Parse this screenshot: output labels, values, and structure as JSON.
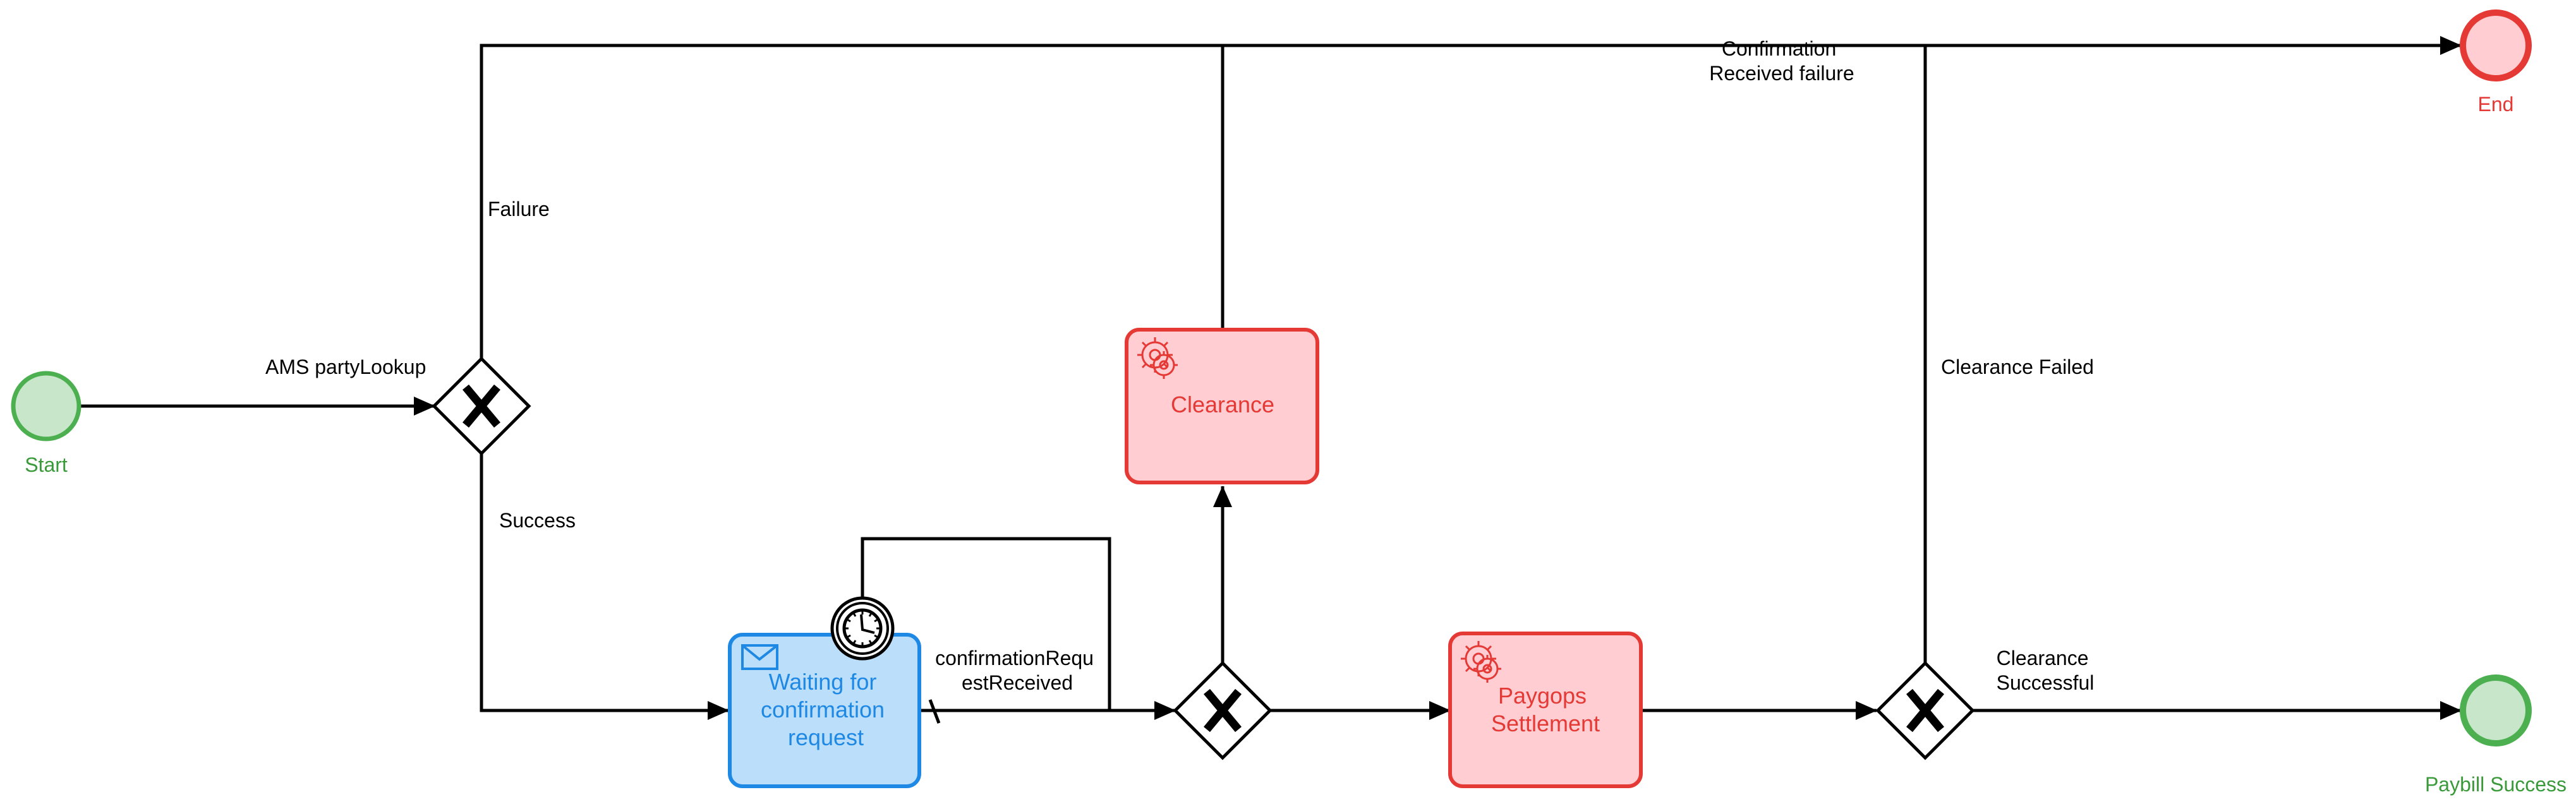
{
  "diagram": {
    "start_event": {
      "label": "Start"
    },
    "end_event": {
      "label": "End"
    },
    "success_event": {
      "label": "Paybill Success"
    },
    "tasks": {
      "waiting": {
        "lines": [
          "Waiting for",
          "confirmation",
          "request"
        ]
      },
      "clearance": {
        "lines": [
          "Clearance"
        ]
      },
      "paygops": {
        "lines": [
          "Paygops",
          "Settlement"
        ]
      }
    },
    "flow_labels": {
      "ams_party_lookup": "AMS partyLookup",
      "failure": "Failure",
      "success": "Success",
      "confirmation_request_received": [
        "confirmationRequ",
        "estReceived"
      ],
      "confirmation_received_failure": [
        "Confirmation",
        "Received failure"
      ],
      "clearance_failed": "Clearance Failed",
      "clearance_successful": [
        "Clearance",
        "Successful"
      ]
    },
    "colors": {
      "start": "#4caf50",
      "end": "#e53935",
      "user_task": "#1e88e5",
      "service_task": "#e53935"
    }
  }
}
